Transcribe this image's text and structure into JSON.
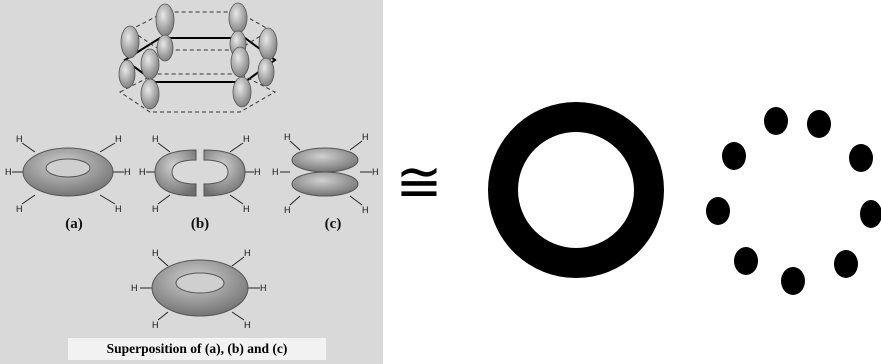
{
  "structure_labels": {
    "a": "(a)",
    "b": "(b)",
    "c": "(c)"
  },
  "caption": "Superposition of (a), (b) and (c)",
  "congruent_symbol": "≅",
  "atom_label": "H",
  "colors": {
    "scan_background": "#d9d9d9",
    "orbital": "#a8a8a8",
    "ring_solid": "#000000",
    "dots": "#000000",
    "caption_background": "#f2f2f2"
  },
  "icons": [
    "hexagon-p-orbitals-icon",
    "pi-cloud-a-icon",
    "pi-cloud-b-icon",
    "pi-cloud-c-icon",
    "superposition-icon",
    "solid-ring-icon",
    "dotted-ring-icon"
  ]
}
